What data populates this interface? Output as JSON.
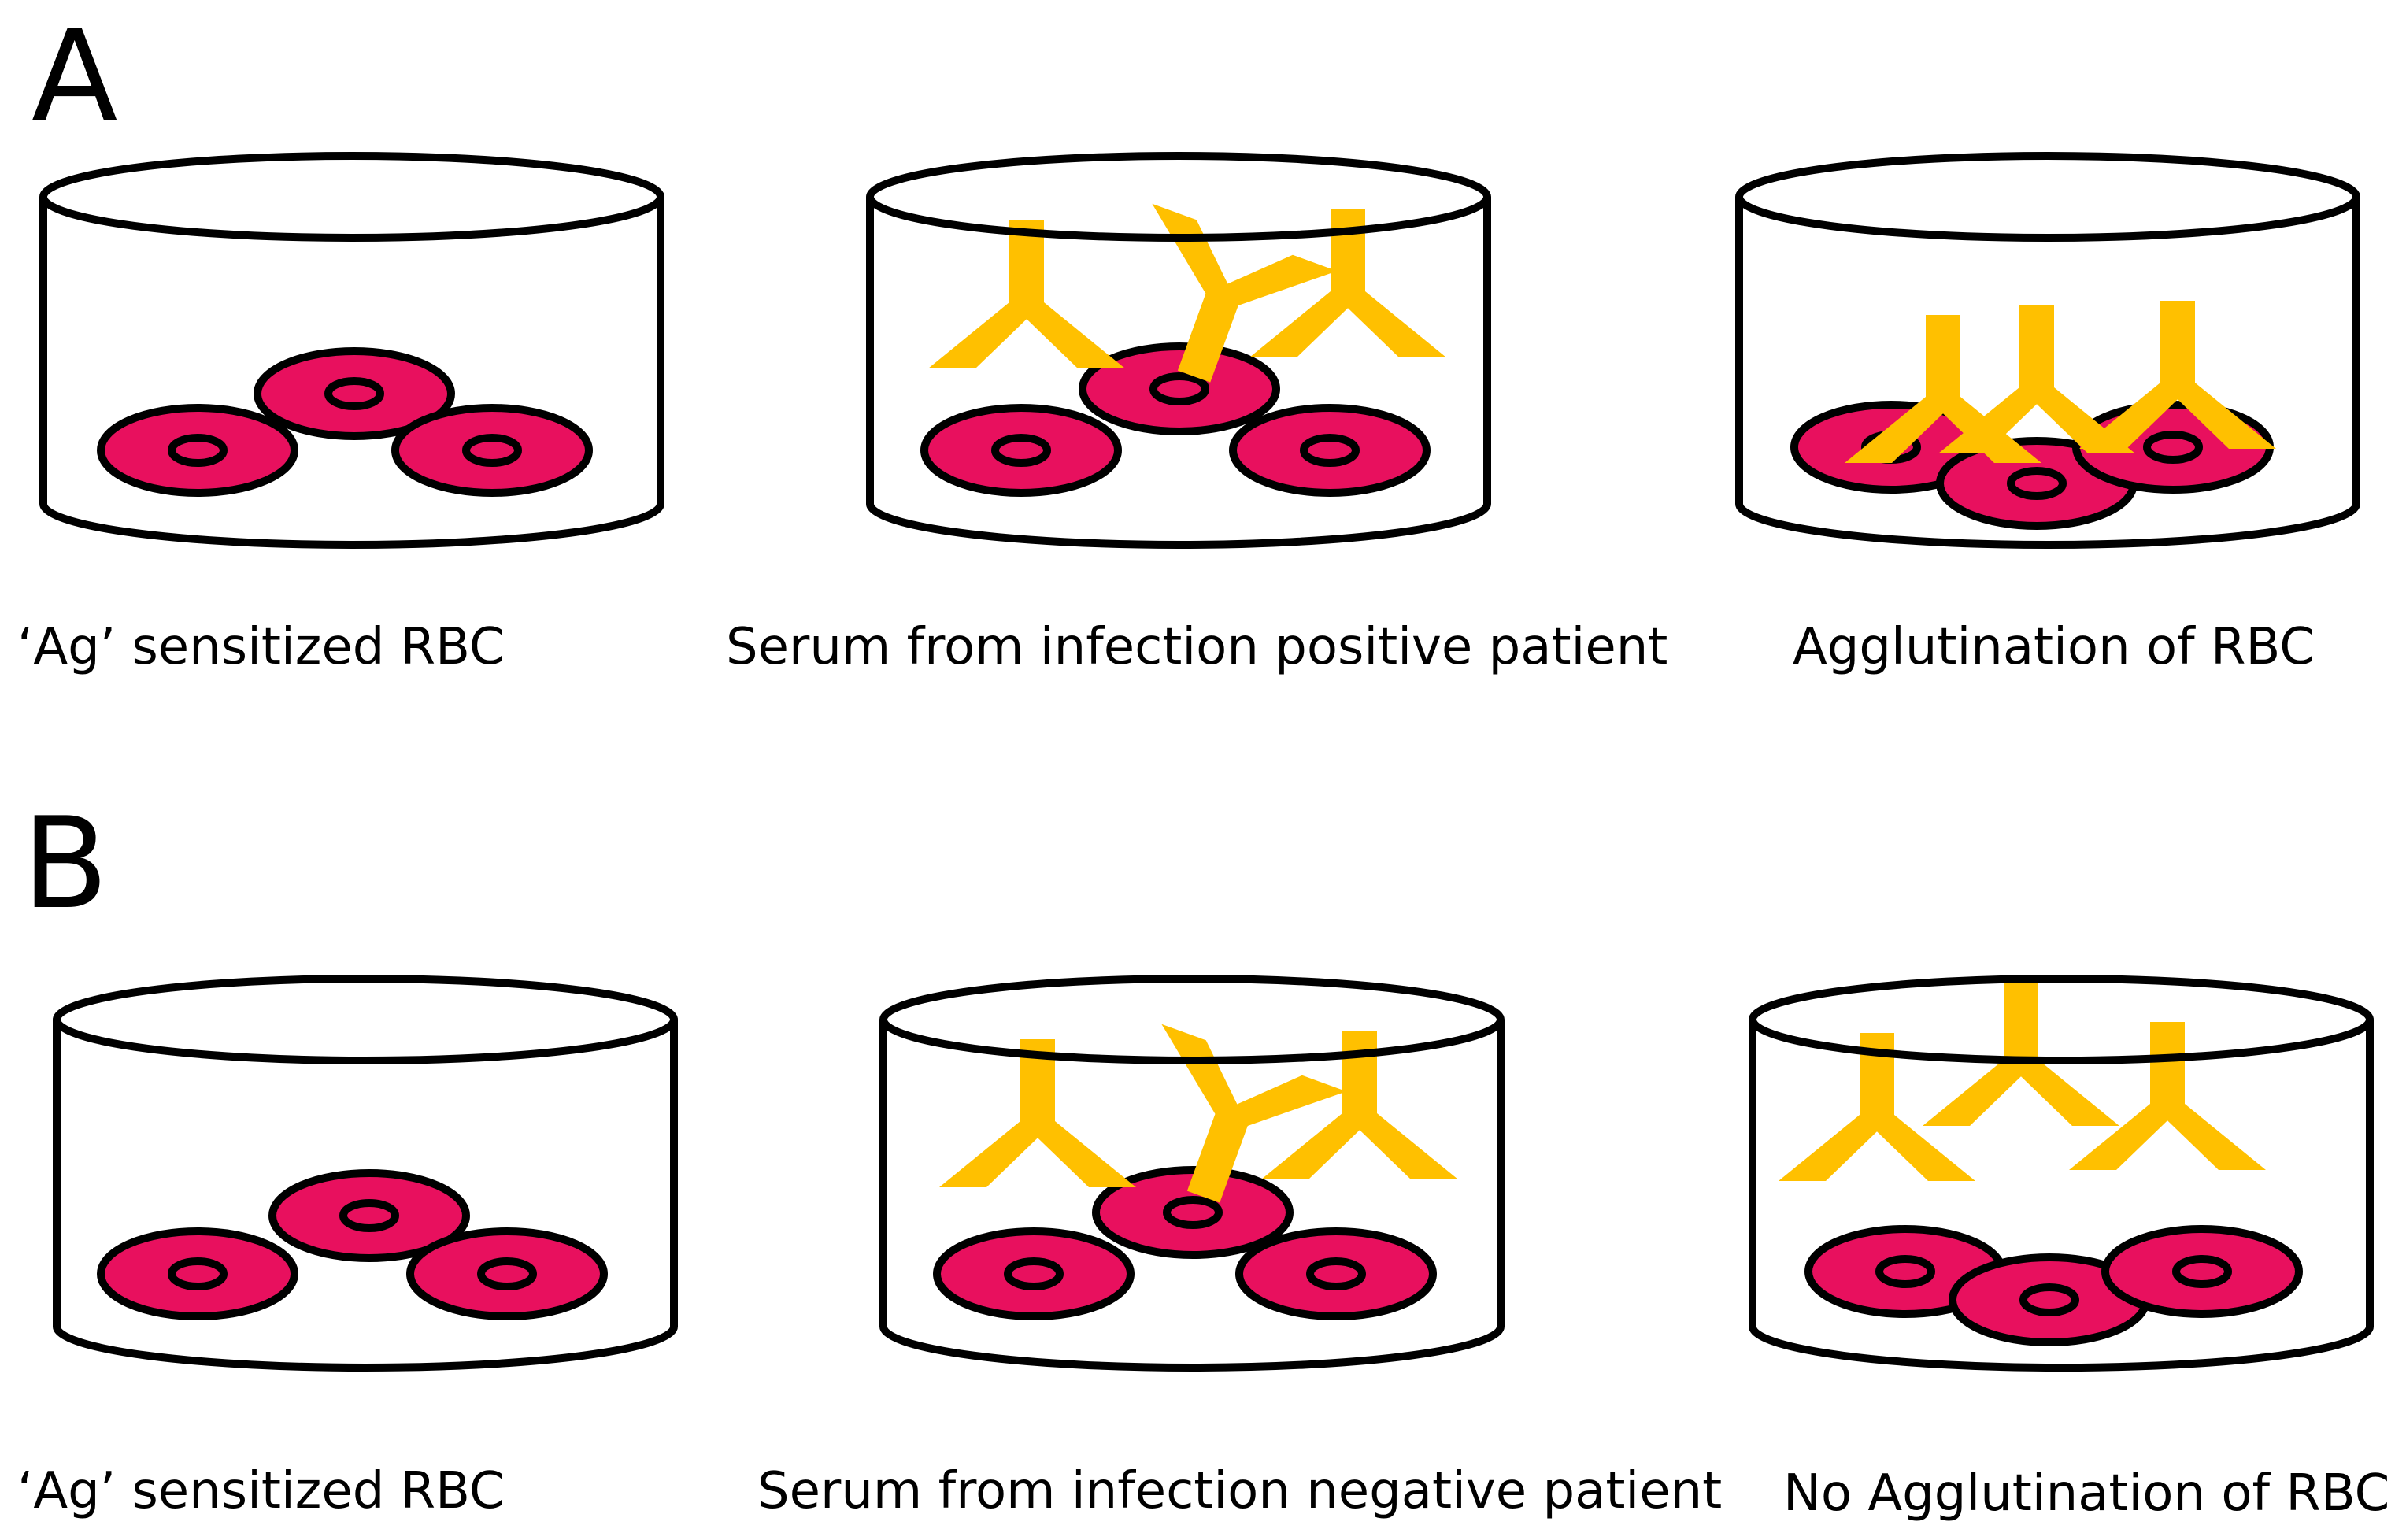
{
  "colors": {
    "rbc_fill": "#E8105E",
    "rbc_outline": "#000000",
    "antibody": "#FFC000",
    "dish_outline": "#000000",
    "background": "#FFFFFF"
  },
  "panels": [
    {
      "label": "A",
      "dishes": [
        {
          "caption": "‘Ag’ sensitized RBC",
          "state": "rbc-only",
          "antibodies": 0
        },
        {
          "caption": "Serum from infection positive patient",
          "state": "rbc-with-free-antibodies",
          "antibodies": 3
        },
        {
          "caption": "Agglutination of RBC",
          "state": "antibodies-bound-to-rbc",
          "antibodies": 3
        }
      ]
    },
    {
      "label": "B",
      "dishes": [
        {
          "caption": "‘Ag’ sensitized RBC",
          "state": "rbc-only",
          "antibodies": 0
        },
        {
          "caption": "Serum from infection negative patient",
          "state": "rbc-with-free-antibodies",
          "antibodies": 3
        },
        {
          "caption": "No Agglutination of RBC",
          "state": "antibodies-unbound",
          "antibodies": 3
        }
      ]
    }
  ]
}
